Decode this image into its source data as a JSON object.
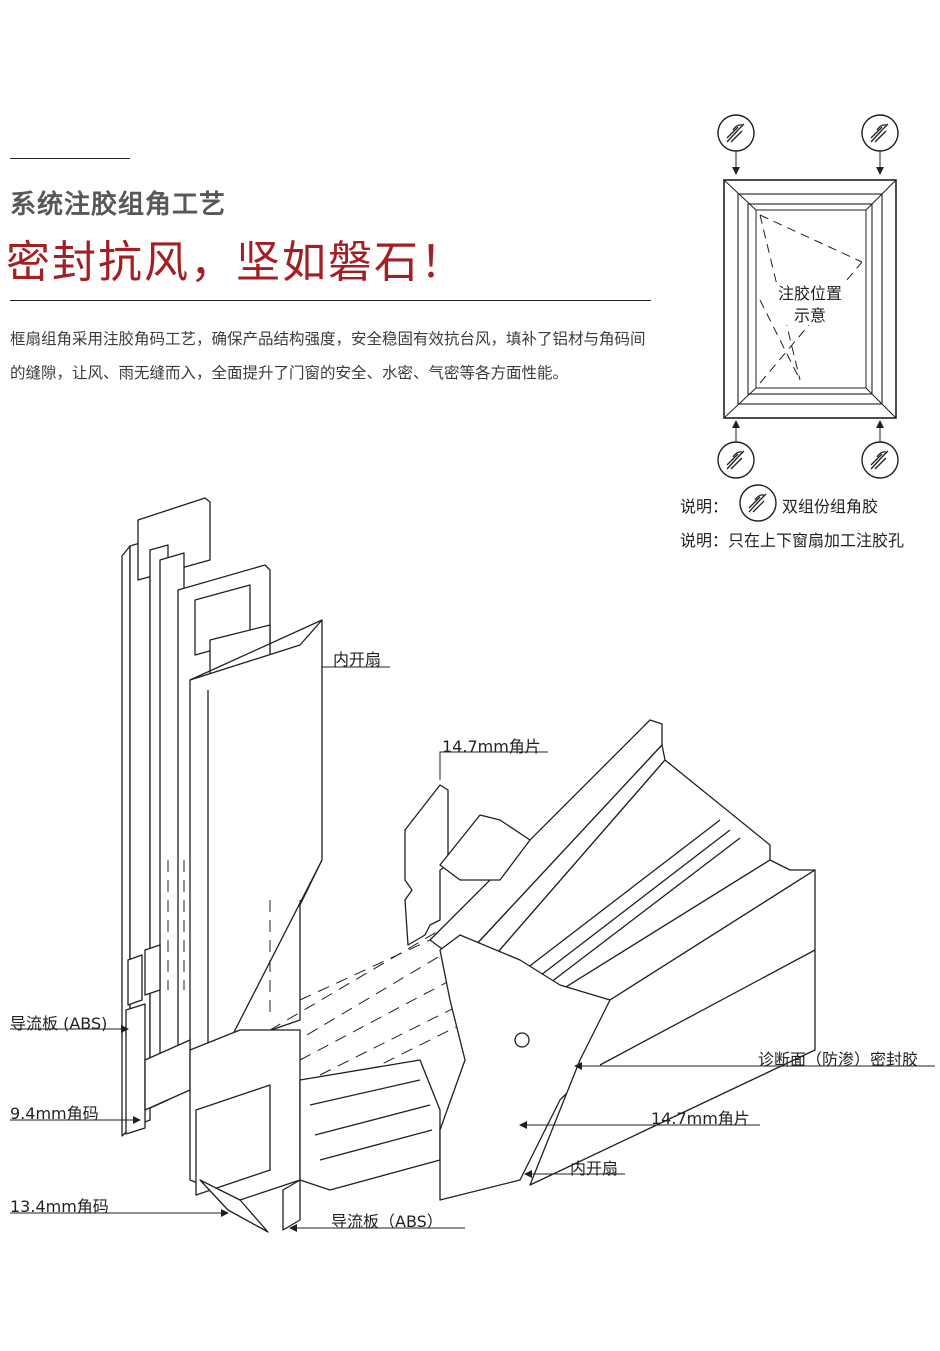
{
  "header": {
    "subtitle": "系统注胶组角工艺",
    "headline": "密封抗风，坚如磐石！",
    "body": "框扇组角采用注胶角码工艺，确保产品结构强度，安全稳固有效抗台风，填补了铝材与角码间的缝隙，让风、雨无缝而入，全面提升了门窗的安全、水密、气密等各方面性能。",
    "accent_color": "#a31f24"
  },
  "frame_diagram": {
    "center_label_line1": "注胶位置",
    "center_label_line2": "示意",
    "note1_prefix": "说明：",
    "note1_text": "双组份组角胶",
    "note2": "说明：只在上下窗扇加工注胶孔",
    "marker_icon": "glue-injection-icon"
  },
  "assembly_labels": {
    "inner_sash_top": "内开扇",
    "corner_piece_top": "14.7mm角片",
    "deflector_left": "导流板 (ABS)",
    "corner_code_94": "9.4mm角码",
    "corner_code_134": "13.4mm角码",
    "deflector_bottom": "导流板（ABS）",
    "seal_glue": "诊断面（防渗）密封胶",
    "corner_piece_right": "14.7mm角片",
    "inner_sash_bottom": "内开扇"
  }
}
